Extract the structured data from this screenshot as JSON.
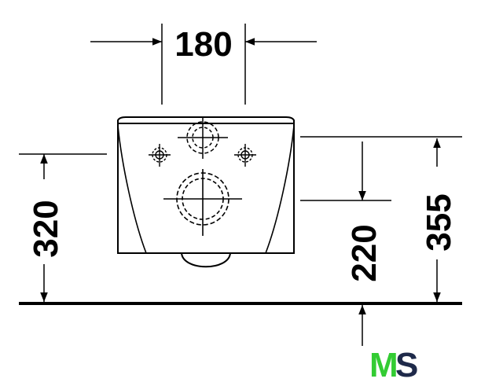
{
  "dimensions": {
    "width": "180",
    "height_left": "320",
    "height_inner": "220",
    "height_right": "355"
  },
  "logo": {
    "letter_1": "M",
    "letter_2": "S",
    "color_1": "#33cc33",
    "color_2": "#1f2a4a"
  },
  "colors": {
    "line": "#000000",
    "background": "#ffffff"
  }
}
